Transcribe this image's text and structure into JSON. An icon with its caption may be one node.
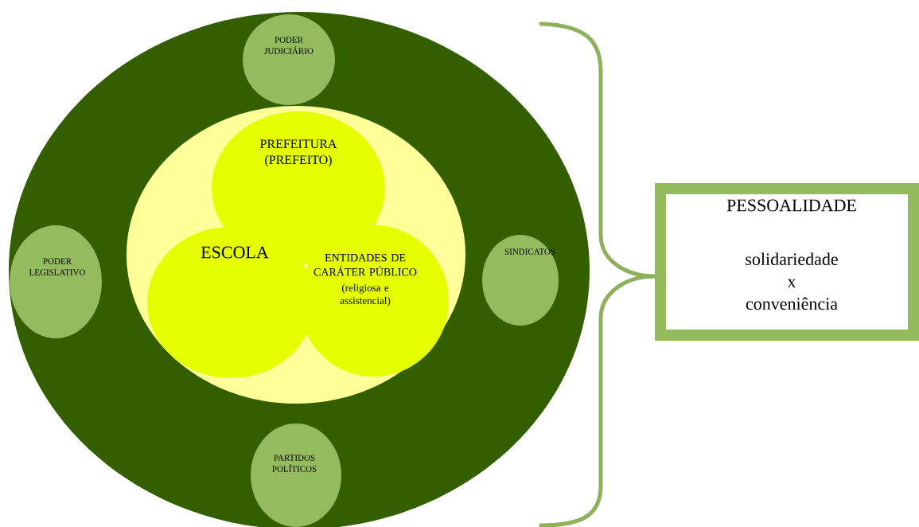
{
  "diagram": {
    "nodes": [
      {
        "text": [],
        "shape": "ellipse"
      },
      {
        "text": [
          "PODER JUDICIÁRIO"
        ],
        "in": 0
      },
      {
        "text": [],
        "shape": "ellipse",
        "in": 0
      },
      {
        "text": [
          "PREFEITURA (PREFEITO)"
        ],
        "in": 2
      },
      {
        "text": [
          "ESCOLA"
        ],
        "in": 2
      },
      {
        "text": [
          "ENTIDADES DE CARÁTER PÚBLICO",
          "(religiosa e assistencial)"
        ],
        "in": 2
      },
      {
        "text": [
          "PODER LEGISLATIVO"
        ],
        "in": 0
      },
      {
        "text": [
          "SINDICATOS"
        ],
        "in": 0
      },
      {
        "text": [
          "PARTIDOS POLÍTICOS"
        ],
        "in": 0
      },
      {
        "text": [
          "PESSOALIDADE",
          "solidariedade x conveniência"
        ]
      }
    ]
  }
}
